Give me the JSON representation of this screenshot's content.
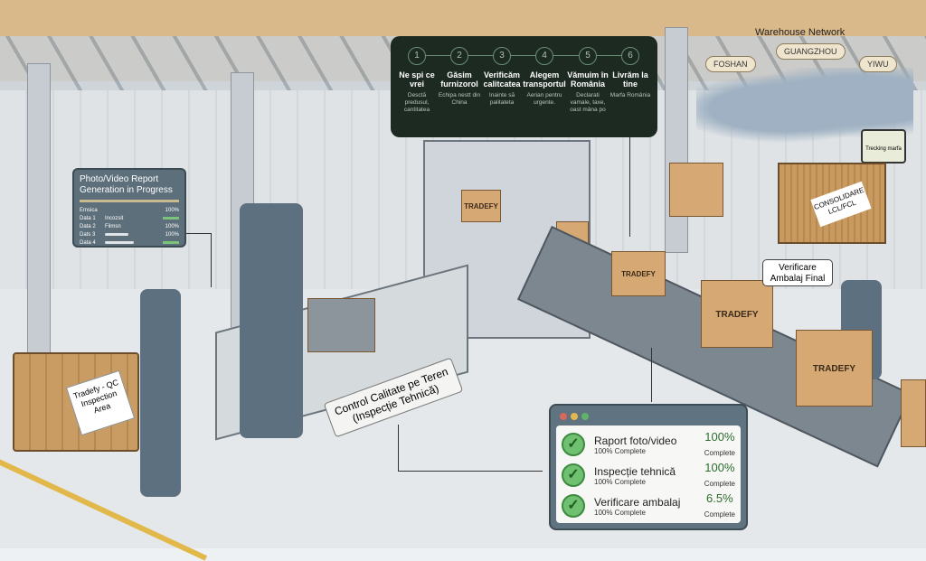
{
  "process_steps": [
    {
      "number": "1",
      "title": "Ne spi ce vrei",
      "desc": "Desctă predusul, cantitatea"
    },
    {
      "number": "2",
      "title": "Găsim furnizorol",
      "desc": "Echipa nestt din China"
    },
    {
      "number": "3",
      "title": "Verificăm calitcatea",
      "desc": "Inainte să palitateta"
    },
    {
      "number": "4",
      "title": "Alegem transportul",
      "desc": "Aerian pentru urgente."
    },
    {
      "number": "5",
      "title": "Vămuim în România",
      "desc": "Declarati vamale, taxe, oast mâna po"
    },
    {
      "number": "6",
      "title": "Livrăm la tine",
      "desc": "Marfa România"
    }
  ],
  "report_panel": {
    "title": "Photo/Video Report Generation in Progress",
    "rows": [
      {
        "label": "Emsica",
        "value": "",
        "pct": "100%"
      },
      {
        "label": "Data 1",
        "value": "Incozsit",
        "pct": ""
      },
      {
        "label": "Data 2",
        "value": "Filmsn",
        "pct": "100%"
      },
      {
        "label": "Dats 3",
        "value": "",
        "pct": "100%"
      },
      {
        "label": "Data 4",
        "value": "",
        "pct": ""
      }
    ]
  },
  "crate_label": "Tradefy - QC Inspection Area",
  "table_label": "Control Calitate pe Teren (Inspecție Tehnică)",
  "box_brand": "TRADEFY",
  "warehouse_network": {
    "title": "Warehouse Network",
    "cities": [
      "FOSHAN",
      "GUANGZHOU",
      "YIWU"
    ]
  },
  "tracking_label": "Trecking marfa",
  "container_label": "CONSOLIDARE LCL/FCL",
  "packaging_label": "Verificare Ambalaj Final",
  "status_window": {
    "items": [
      {
        "name": "Raport foto/video",
        "sub": "100% Complete",
        "pct": "100%",
        "pct_label": "Complete"
      },
      {
        "name": "Inspecție tehnică",
        "sub": "100% Complete",
        "pct": "100%",
        "pct_label": "Complete"
      },
      {
        "name": "Verificare ambalaj",
        "sub": "100% Complete",
        "pct": "6.5%",
        "pct_label": "Complete"
      }
    ]
  }
}
